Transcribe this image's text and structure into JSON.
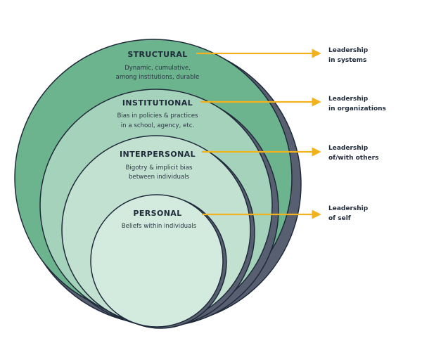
{
  "levels": [
    {
      "title": "STRUCTURAL",
      "description": [
        "Dynamic, cumulative,",
        "among institutions, durable"
      ],
      "leadership": [
        "Leadership",
        "in systems"
      ],
      "fill": "#6cb48e"
    },
    {
      "title": "INSTITUTIONAL",
      "description": [
        "Bias in policies & practices",
        "in a school, agency, etc."
      ],
      "leadership": [
        "Leadership",
        "in organizations"
      ],
      "fill": "#a5d2ba"
    },
    {
      "title": "INTERPERSONAL",
      "description": [
        "Bigotry & implicit bias",
        "between individuals"
      ],
      "leadership": [
        "Leadership",
        "of/with others"
      ],
      "fill": "#c3e1d1"
    },
    {
      "title": "PERSONAL",
      "description": [
        "Beliefs within individuals"
      ],
      "leadership": [
        "Leadership",
        "of self"
      ],
      "fill": "#d3ebde"
    }
  ],
  "colors": {
    "arrow": "#f2b21e",
    "shadow": "#585f70",
    "outline": "#1f2a3a"
  },
  "icons": [
    "arrow-right-icon"
  ]
}
